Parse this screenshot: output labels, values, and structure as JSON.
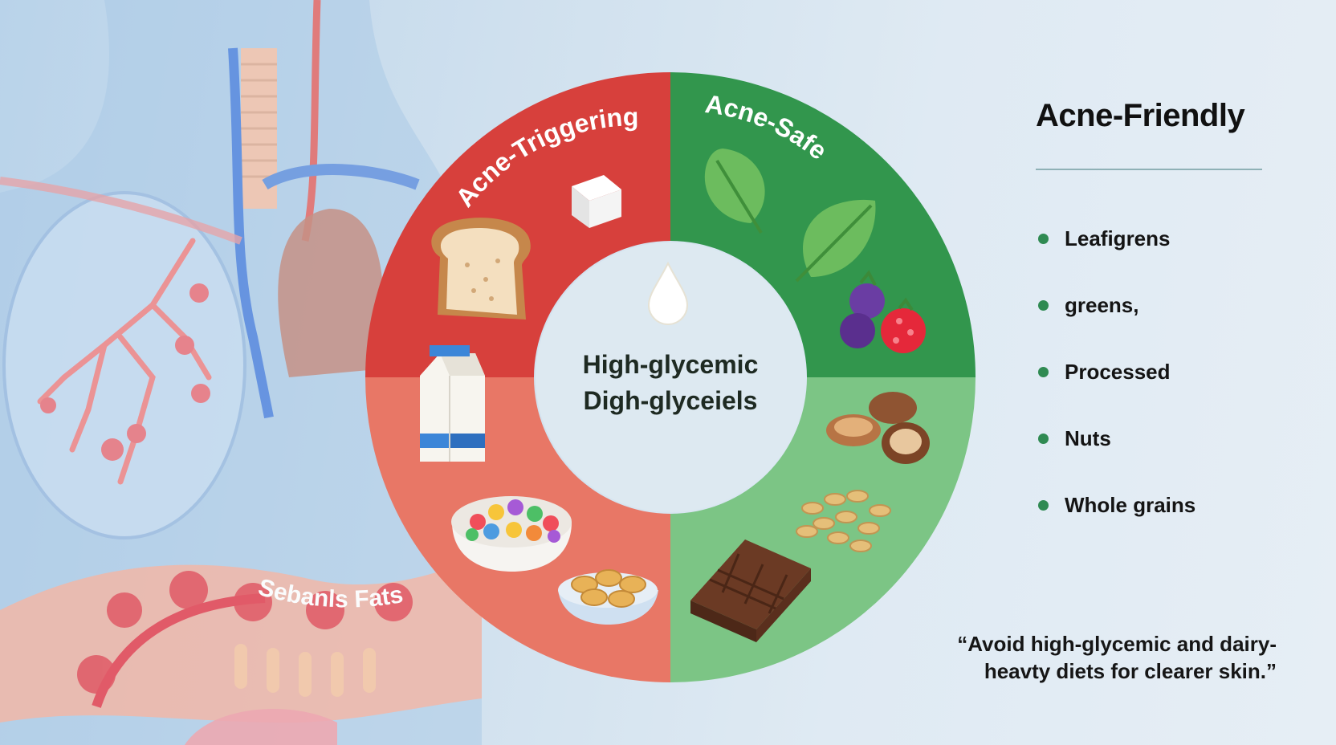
{
  "wheel": {
    "segments": [
      {
        "label": "Acne-Triggering",
        "color": "#d7403c"
      },
      {
        "label": "Acne-Safe",
        "color": "#32964d"
      }
    ],
    "center_text": [
      "High-glycemic",
      "Digh-glyceiels"
    ],
    "lower_left_color": "#e87766",
    "lower_right_color": "#7cc585",
    "center_color": "#dde9f1"
  },
  "anatomy": {
    "label": "Sebanls Fats"
  },
  "panel": {
    "title": "Acne-Friendly",
    "items": [
      "Leafigrens",
      "greens,",
      "Processed",
      "Nuts",
      "Whole grains"
    ]
  },
  "quote": {
    "lines": [
      "“Avoid high-glycemic and dairy-",
      "heavty diets for clearer skin.”"
    ]
  },
  "icons": [
    "sugar-cube-icon",
    "bread-slice-icon",
    "milk-drop-icon",
    "milk-carton-icon",
    "cereal-bowl-icon",
    "peanuts-bowl-icon",
    "leaf-icon",
    "berries-icon",
    "nuts-icon",
    "oats-icon",
    "chocolate-icon"
  ]
}
